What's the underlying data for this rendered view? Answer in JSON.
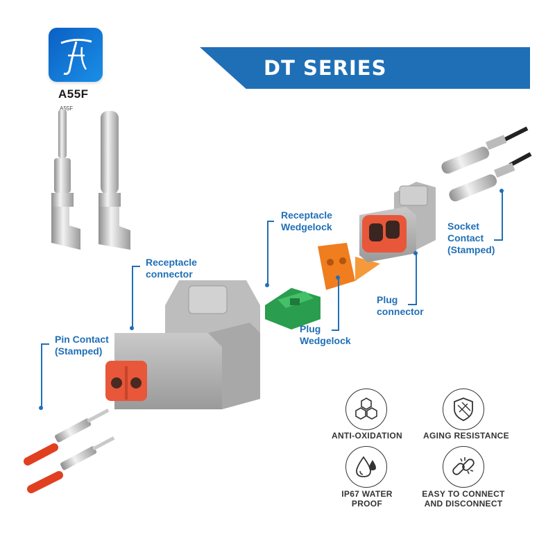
{
  "logo": {
    "brand": "A55F",
    "sub": "A55F"
  },
  "banner": {
    "title": "DT SERIES CONNECTOR"
  },
  "labels": {
    "receptacle_wedgelock": [
      "Receptacle",
      "Wedgelock"
    ],
    "socket_contact": [
      "Socket",
      "Contact",
      "(Stamped)"
    ],
    "receptacle_connector": [
      "Receptacle",
      "connector"
    ],
    "plug_connector": [
      "Plug",
      "connector"
    ],
    "plug_wedgelock": [
      "Plug",
      "Wedgelock"
    ],
    "pin_contact": [
      "Pin Contact",
      "(Stamped)"
    ]
  },
  "features": [
    {
      "icon": "hexagon-cluster-icon",
      "label": [
        "ANTI-OXIDATION"
      ]
    },
    {
      "icon": "shield-icon",
      "label": [
        "AGING RESISTANCE"
      ]
    },
    {
      "icon": "water-drop-icon",
      "label": [
        "IP67 WATER",
        "PROOF"
      ]
    },
    {
      "icon": "broken-chain-icon",
      "label": [
        "EASY TO CONNECT",
        "AND DISCONNECT"
      ]
    }
  ],
  "colors": {
    "accent": "#1f6fb6",
    "connector_gray": "#a9a9a9",
    "seal_orange": "#e8573a",
    "wedgelock_orange": "#f07d1e",
    "wedgelock_green": "#2a9d4e",
    "wire_red": "#e04020"
  }
}
